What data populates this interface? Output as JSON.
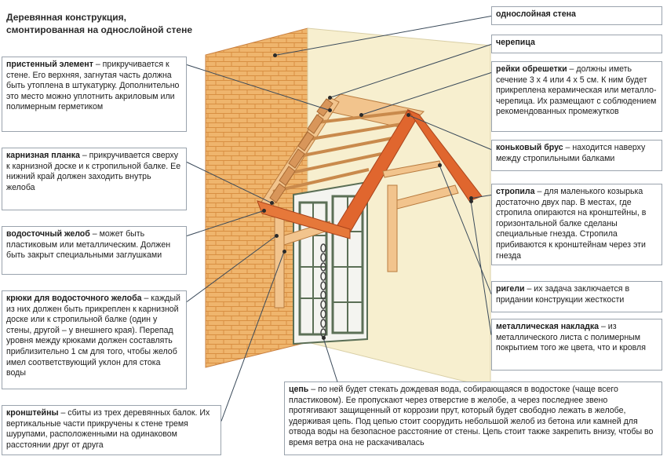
{
  "title": {
    "line1": "Деревянная конструкция,",
    "line2": "смонтированная на однослойной стене"
  },
  "labels": {
    "wall": {
      "term": "однослойная стена",
      "desc": ""
    },
    "tile": {
      "term": "черепица",
      "desc": ""
    },
    "batten": {
      "term": "рейки обрешетки",
      "desc": " – должны иметь сечение 3 х 4 или 4 х 5 см. К ним будет прикреплена керамическая или металло-черепица. Их размещают с соблюдением рекомендованных промежутков"
    },
    "ridge": {
      "term": "коньковый брус",
      "desc": " – находится наверху между стропильными балками"
    },
    "rafters": {
      "term": "стропила",
      "desc": " – для маленького козырька достаточно двух пар. В местах, где стропила опираются на кронштейны, в горизонтальной балке сделаны специальные гнезда. Стропила прибиваются к кронштейнам через эти гнезда"
    },
    "crossbar": {
      "term": "ригели",
      "desc": " – их задача заключается в придании конструкции жесткости"
    },
    "metal": {
      "term": "металлическая накладка",
      "desc": " – из металлического листа с полимерным покрытием того же цвета, что и кровля"
    },
    "wallpiece": {
      "term": "пристенный элемент",
      "desc": " – прикручивается к стене. Его верхняя, загнутая часть должна быть утоплена в штукатурку. Дополнительно это место можно уплотнить акриловым или полимерным герметиком"
    },
    "eaves": {
      "term": "карнизная планка",
      "desc": " – прикручивается сверху к карнизной доске и к стропильной балке. Ее нижний край должен заходить внутрь желоба"
    },
    "gutter": {
      "term": "водосточный желоб",
      "desc": " – может быть пластиковым или металлическим. Должен быть закрыт специальными заглушками"
    },
    "hooks": {
      "term": "крюки для водосточного желоба",
      "desc": " – каждый из них должен быть прикреплен к карнизной доске или к стропильной балке (один у стены, другой – у внешнего края). Перепад уровня между крюками должен составлять приблизительно 1 см для того, чтобы желоб имел соответствующий уклон для стока воды"
    },
    "brackets": {
      "term": "кронштейны",
      "desc": " – сбиты из трех деревянных балок. Их вертикальные части прикручены к стене тремя шурупами, расположенными на одинаковом расстоянии друг от друга"
    },
    "chain": {
      "term": "цепь",
      "desc": " – по ней будет стекать дождевая вода, собирающаяся в водостоке (чаще всего пластиковом). Ее пропускают через отверстие в желобе, а через последнее звено протягивают защищенный от коррозии прут, который будет свободно лежать в желобе, удерживая цепь. Под цепью стоит соорудить небольшой желоб из бетона или камней для отвода воды на безопасное расстояние от стены. Цепь стоит также закрепить внизу, чтобы во время ветра она не раскачивалась"
    }
  },
  "colors": {
    "brick": "#efb56d",
    "brick_mortar": "#d88f42",
    "plaster": "#f7efcf",
    "wood": "#f2c48d",
    "wood_dark": "#c98a4c",
    "rafter_red": "#e0662e",
    "frame_green": "#5b6f56",
    "leader": "#3a4a5a"
  }
}
